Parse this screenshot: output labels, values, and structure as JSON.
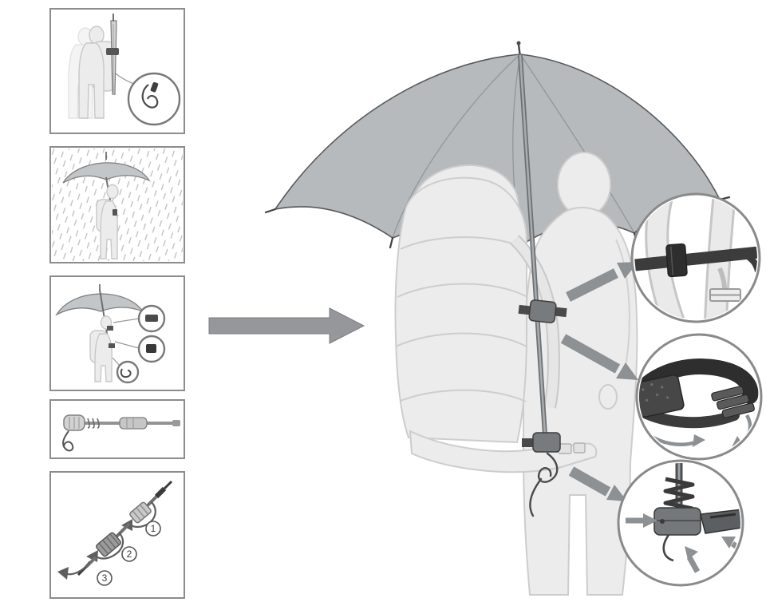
{
  "figure": {
    "kind": "product-instruction-diagram",
    "subject": "hands-free trekking umbrella mounted to a backpack"
  },
  "colors": {
    "background": "#ffffff",
    "panel_border": "#8c8c8c",
    "figure_fill": "#ececec",
    "figure_outline": "#cdcdcd",
    "umbrella_fill": "#b6babc",
    "umbrella_outline": "#57595b",
    "dark_hardware": "#3e3e3e",
    "flow_arrow": "#95979a",
    "detail_arrow": "#8d9193",
    "rain": "#bdbdbd"
  },
  "left_panels": [
    {
      "name": "rolled-umbrella-attached-to-backpack",
      "magnifier": "cord-hook-detail"
    },
    {
      "name": "umbrella-open-in-rain"
    },
    {
      "name": "open-umbrella-attachment-points",
      "magnifiers": [
        "upper-clip",
        "lower-clip",
        "cord-knot"
      ]
    },
    {
      "name": "umbrella-shaft-horizontal-with-cord"
    },
    {
      "name": "shaft-assembly-rotation-steps",
      "step_labels": [
        "1",
        "2",
        "3"
      ]
    }
  ],
  "main_illustration": {
    "name": "hiker-with-backpack-under-mounted-umbrella",
    "attachments": [
      "shoulder-strap-clip",
      "velcro-strap",
      "hipbelt-cord-lock"
    ]
  },
  "detail_circles": [
    {
      "name": "shoulder-strap-clip-detail"
    },
    {
      "name": "velcro-strap-detail"
    },
    {
      "name": "hipbelt-cord-lock-detail"
    }
  ]
}
